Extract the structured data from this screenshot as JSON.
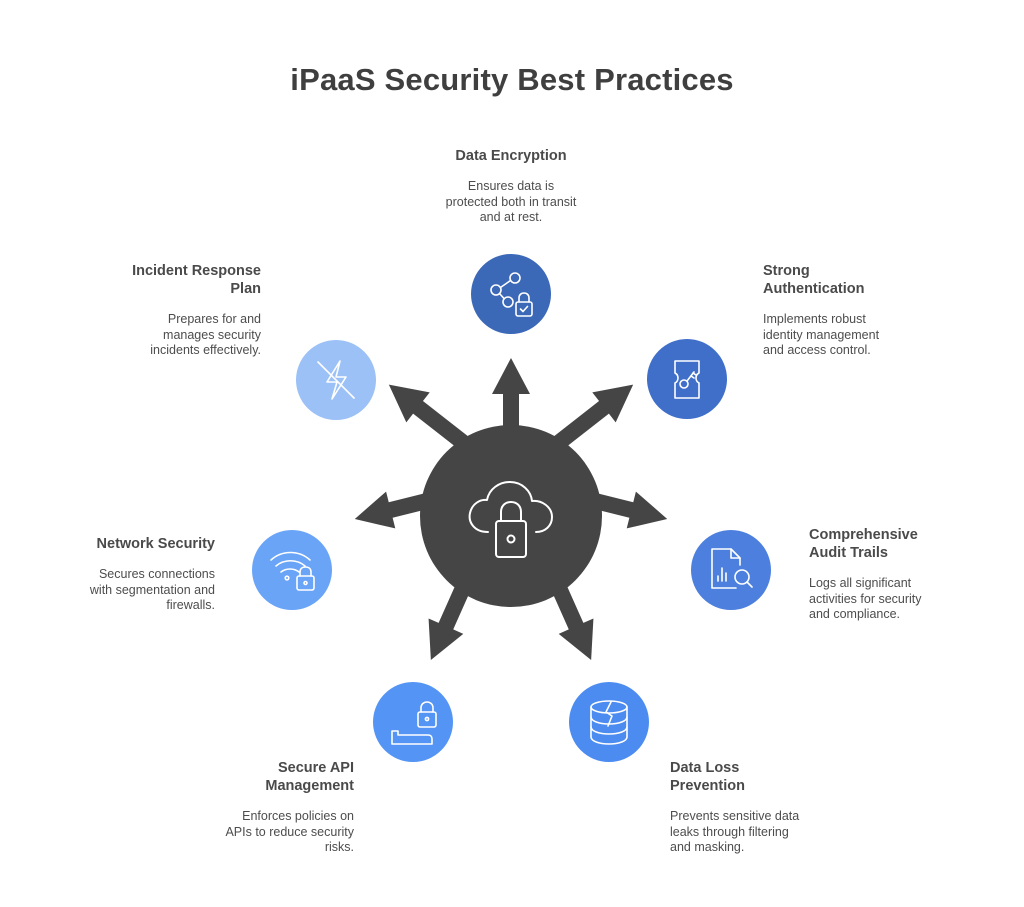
{
  "title": "iPaaS Security Best Practices",
  "hub": {
    "icon": "cloud-lock-icon",
    "color": "#454545"
  },
  "colors": {
    "arrow": "#454545",
    "icon_stroke": "#ffffff"
  },
  "practices": [
    {
      "key": "data-encryption",
      "title": "Data Encryption",
      "description": "Ensures data is protected both in transit and at rest.",
      "icon": "share-lock-icon",
      "color": "#3c68b8"
    },
    {
      "key": "strong-authentication",
      "title": "Strong Authentication",
      "description": "Implements robust identity management and access control.",
      "icon": "key-card-icon",
      "color": "#3f6fc9"
    },
    {
      "key": "audit-trails",
      "title": "Comprehensive Audit Trails",
      "description": "Logs all significant activities for security and compliance.",
      "icon": "document-search-icon",
      "color": "#4d80de"
    },
    {
      "key": "data-loss-prevention",
      "title": "Data Loss Prevention",
      "description": "Prevents sensitive data leaks through filtering and masking.",
      "icon": "database-crack-icon",
      "color": "#4c8cf0"
    },
    {
      "key": "secure-api",
      "title": "Secure API Management",
      "description": "Enforces policies on APIs to reduce security risks.",
      "icon": "api-lock-icon",
      "color": "#5394f4"
    },
    {
      "key": "network-security",
      "title": "Network Security",
      "description": "Secures connections with segmentation and firewalls.",
      "icon": "wifi-lock-icon",
      "color": "#6aa4f7"
    },
    {
      "key": "incident-response",
      "title": "Incident Response Plan",
      "description": "Prepares for and manages security incidents effectively.",
      "icon": "no-power-icon",
      "color": "#9bc1f7"
    }
  ]
}
